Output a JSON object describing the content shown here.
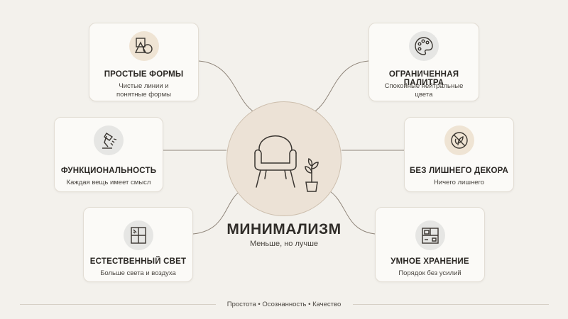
{
  "center": {
    "title": "МИНИМАЛИЗМ",
    "subtitle": "Меньше, но лучше",
    "icon": "armchair-with-plant-icon"
  },
  "cards": {
    "simple_forms": {
      "title": "ПРОСТЫЕ ФОРМЫ",
      "desc": "Чистые линии и понятные формы",
      "icon": "shapes-icon",
      "icon_bg": "#efe4d4"
    },
    "limited_palette": {
      "title": "ОГРАНИЧЕННАЯ ПАЛИТРА",
      "desc": "Спокойные нейтральные цвета",
      "icon": "palette-icon",
      "icon_bg": "#e6e6e4"
    },
    "functionality": {
      "title": "ФУНКЦИОНАЛЬНОСТЬ",
      "desc": "Каждая вещь имеет смысл",
      "icon": "desk-lamp-icon",
      "icon_bg": "#e6e6e4"
    },
    "no_decor": {
      "title": "БЕЗ ЛИШНЕГО ДЕКОРА",
      "desc": "Ничего лишнего",
      "icon": "no-decor-icon",
      "icon_bg": "#efe4d4"
    },
    "natural_light": {
      "title": "ЕСТЕСТВЕННЫЙ СВЕТ",
      "desc": "Больше света и воздуха",
      "icon": "window-icon",
      "icon_bg": "#e6e6e4"
    },
    "smart_storage": {
      "title": "УМНОЕ ХРАНЕНИЕ",
      "desc": "Порядок без усилий",
      "icon": "storage-cabinet-icon",
      "icon_bg": "#e6e6e4"
    }
  },
  "footer": "Простота • Осознанность • Качество",
  "colors": {
    "background": "#f3f1ec",
    "card": "#fbfaf7",
    "center_circle": "#ece2d6",
    "line": "#8a7f73",
    "text": "#2f2c28"
  }
}
